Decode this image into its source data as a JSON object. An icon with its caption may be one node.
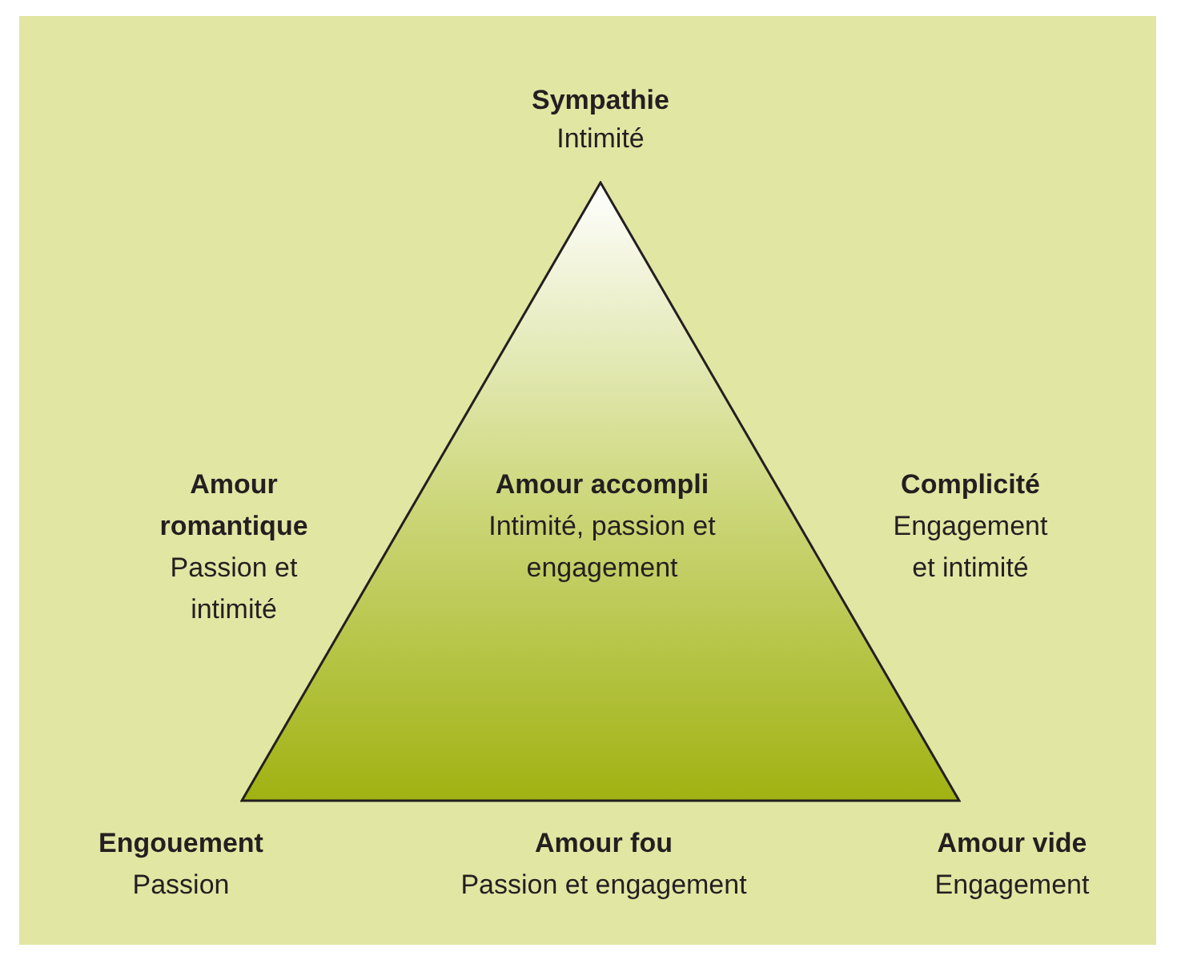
{
  "diagram": {
    "nodes": [
      {
        "text": [
          "Amour accompli",
          "Intimité, passion et engagement"
        ]
      }
    ],
    "labels": [
      "Sympathie",
      "Intimité",
      "Amour romantique",
      "Passion et intimité",
      "Complicité",
      "Engagement et intimité",
      "Engouement",
      "Passion",
      "Amour fou",
      "Passion et engagement",
      "Amour vide",
      "Engagement"
    ]
  }
}
